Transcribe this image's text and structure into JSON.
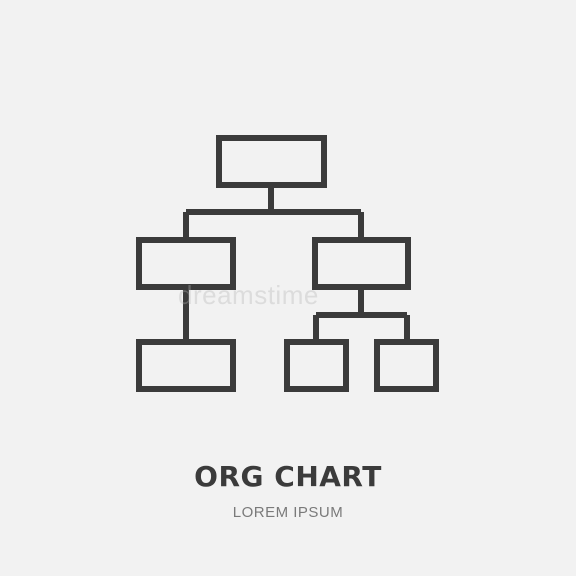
{
  "colors": {
    "background": "#f2f2f2",
    "icon_stroke": "#3b3b3b",
    "title": "#3b3b3b",
    "subtitle": "#7a7a7a"
  },
  "icon": {
    "name": "org-chart-icon"
  },
  "watermark": "dreamstime",
  "caption": {
    "title": "ORG CHART",
    "subtitle": "LOREM IPSUM"
  }
}
